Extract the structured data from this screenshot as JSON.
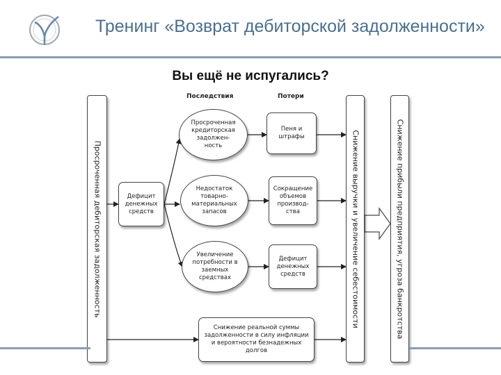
{
  "header": {
    "title": "Тренинг «Возврат дебиторской задолженности»"
  },
  "subtitle": "Вы ещё не испугались?",
  "columns": {
    "consequences": "Последствия",
    "losses": "Потери"
  },
  "nodes": {
    "overdue_receivables": "Просроченная дебиторская задолженность",
    "cash_deficit_source": "Дефицит\nденежных\nсредств",
    "overdue_payables": "Просроченная\nкредиторская\nзадолжен-\nность",
    "inventory_shortage": "Недостаток\nтоварно-\nматериальных\nзапасов",
    "borrowing_increase": "Увеличение\nпотребности в\nзаемных\nсредствах",
    "penalties": "Пеня и\nштрафы",
    "production_cut": "Сокращение\nобъемов\nпроизвод-\nства",
    "cash_deficit_loss": "Дефицит\nденежных\nсредств",
    "real_value_drop": "Снижение реальной суммы\nзадолженности в силу инфляции\nи вероятности безнадежных\nдолгов",
    "revenue_cost": "Снижение выручки и увеличение себестоимости",
    "profit_bankruptcy": "Снижение прибыли предприятия, угроза банкротства"
  },
  "colors": {
    "header_title": "#4a6f8f",
    "rule_line": "#8a9cb0",
    "node_border": "#444444"
  },
  "icons": {
    "logo": "logo-circle-mark"
  }
}
